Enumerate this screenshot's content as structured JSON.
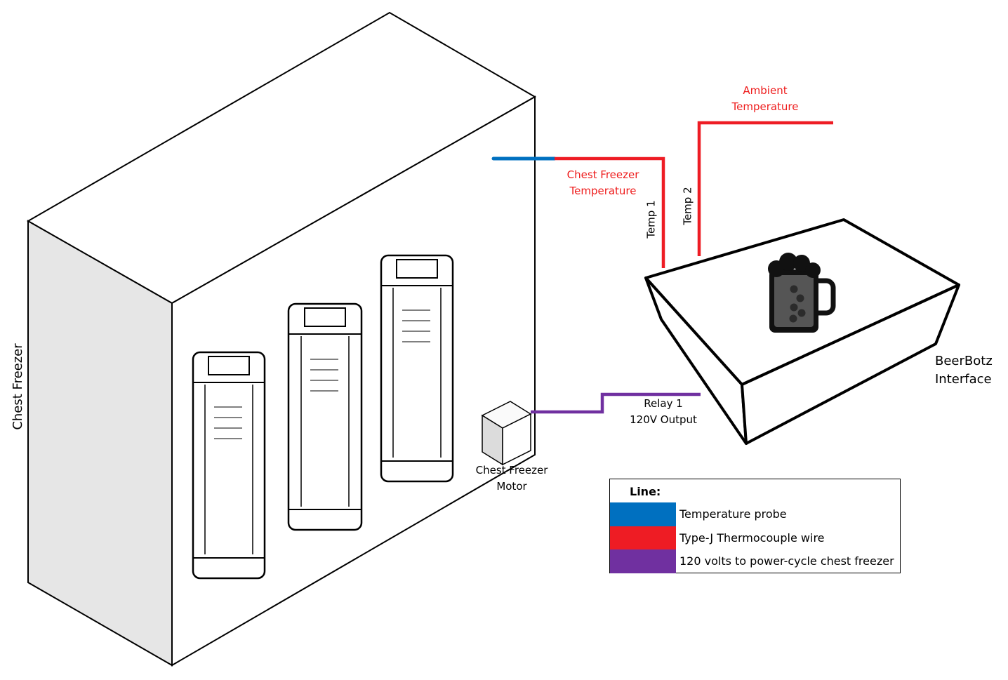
{
  "labels": {
    "ambient_temperature": [
      "Ambient",
      "Temperature"
    ],
    "chest_freezer_temperature": [
      "Chest Freezer",
      "Temperature"
    ],
    "temp1": "Temp 1",
    "temp2": "Temp 2",
    "beerbotz_interface": [
      "BeerBotz",
      "Interface"
    ],
    "relay": [
      "Relay 1",
      "120V Output"
    ],
    "motor": [
      "Chest Freezer",
      "Motor"
    ],
    "chest_freezer": "Chest Freezer"
  },
  "legend": {
    "title": "Line:",
    "items": [
      {
        "label": "Temperature probe",
        "color": "#0070c0"
      },
      {
        "label": "Type-J Thermocouple wire",
        "color": "#ee1c24"
      },
      {
        "label": "120 volts to power-cycle chest freezer",
        "color": "#7030a0"
      }
    ]
  },
  "colors": {
    "probe": "#0070c0",
    "thermocouple": "#ee1c24",
    "power": "#7030a0"
  }
}
